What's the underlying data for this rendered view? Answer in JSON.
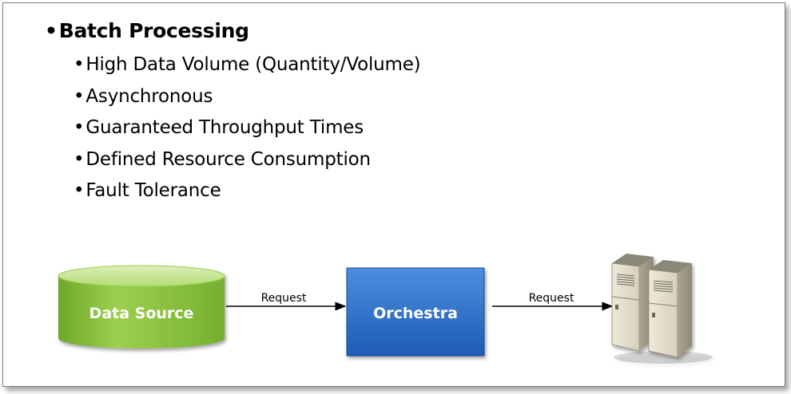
{
  "heading": {
    "bullet": "•",
    "text": "Batch Processing"
  },
  "bullets": [
    "High Data Volume (Quantity/Volume)",
    "Asynchronous",
    "Guaranteed Throughput Times",
    "Defined Resource Consumption",
    "Fault Tolerance"
  ],
  "diagram": {
    "source": {
      "label": "Data Source",
      "color": "#8dc63f",
      "icon": "database-cylinder"
    },
    "orchestrator": {
      "label": "Orchestra",
      "color": "#2f6fc8"
    },
    "target": {
      "icon": "server-rack-icon"
    },
    "edges": [
      {
        "from": "Data Source",
        "to": "Orchestra",
        "label": "Request"
      },
      {
        "from": "Orchestra",
        "to": "server",
        "label": "Request"
      }
    ]
  }
}
